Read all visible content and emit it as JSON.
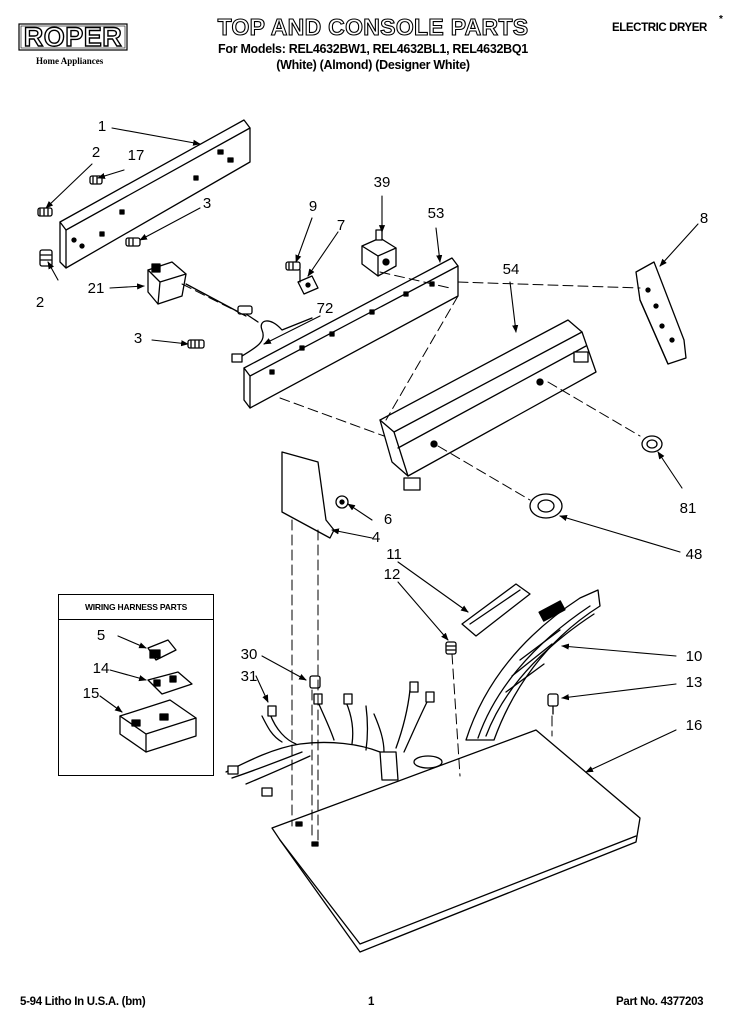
{
  "header": {
    "logo": "ROPER",
    "logo_sub": "Home Appliances",
    "title": "TOP AND CONSOLE PARTS",
    "models": "For Models: REL4632BW1, REL4632BL1, REL4632BQ1",
    "colors": "(White)        (Almond) (Designer White)",
    "product": "ELECTRIC DRYER",
    "asterisk": "*"
  },
  "footer": {
    "litho": "5-94 Litho In U.S.A. (bm)",
    "page": "1",
    "part_no": "Part No. 4377203"
  },
  "harness_box": {
    "title": "WIRING HARNESS PARTS"
  },
  "callouts": {
    "c1": "1",
    "c2a": "2",
    "c17": "17",
    "c3a": "3",
    "c2b": "2",
    "c21": "21",
    "c3b": "3",
    "c72": "72",
    "c9": "9",
    "c7": "7",
    "c39": "39",
    "c53": "53",
    "c54": "54",
    "c8": "8",
    "c81": "81",
    "c6": "6",
    "c4": "4",
    "c48": "48",
    "c11": "11",
    "c12": "12",
    "c10": "10",
    "c13": "13",
    "c16": "16",
    "c30": "30",
    "c31": "31",
    "c5": "5",
    "c14": "14",
    "c15": "15"
  }
}
